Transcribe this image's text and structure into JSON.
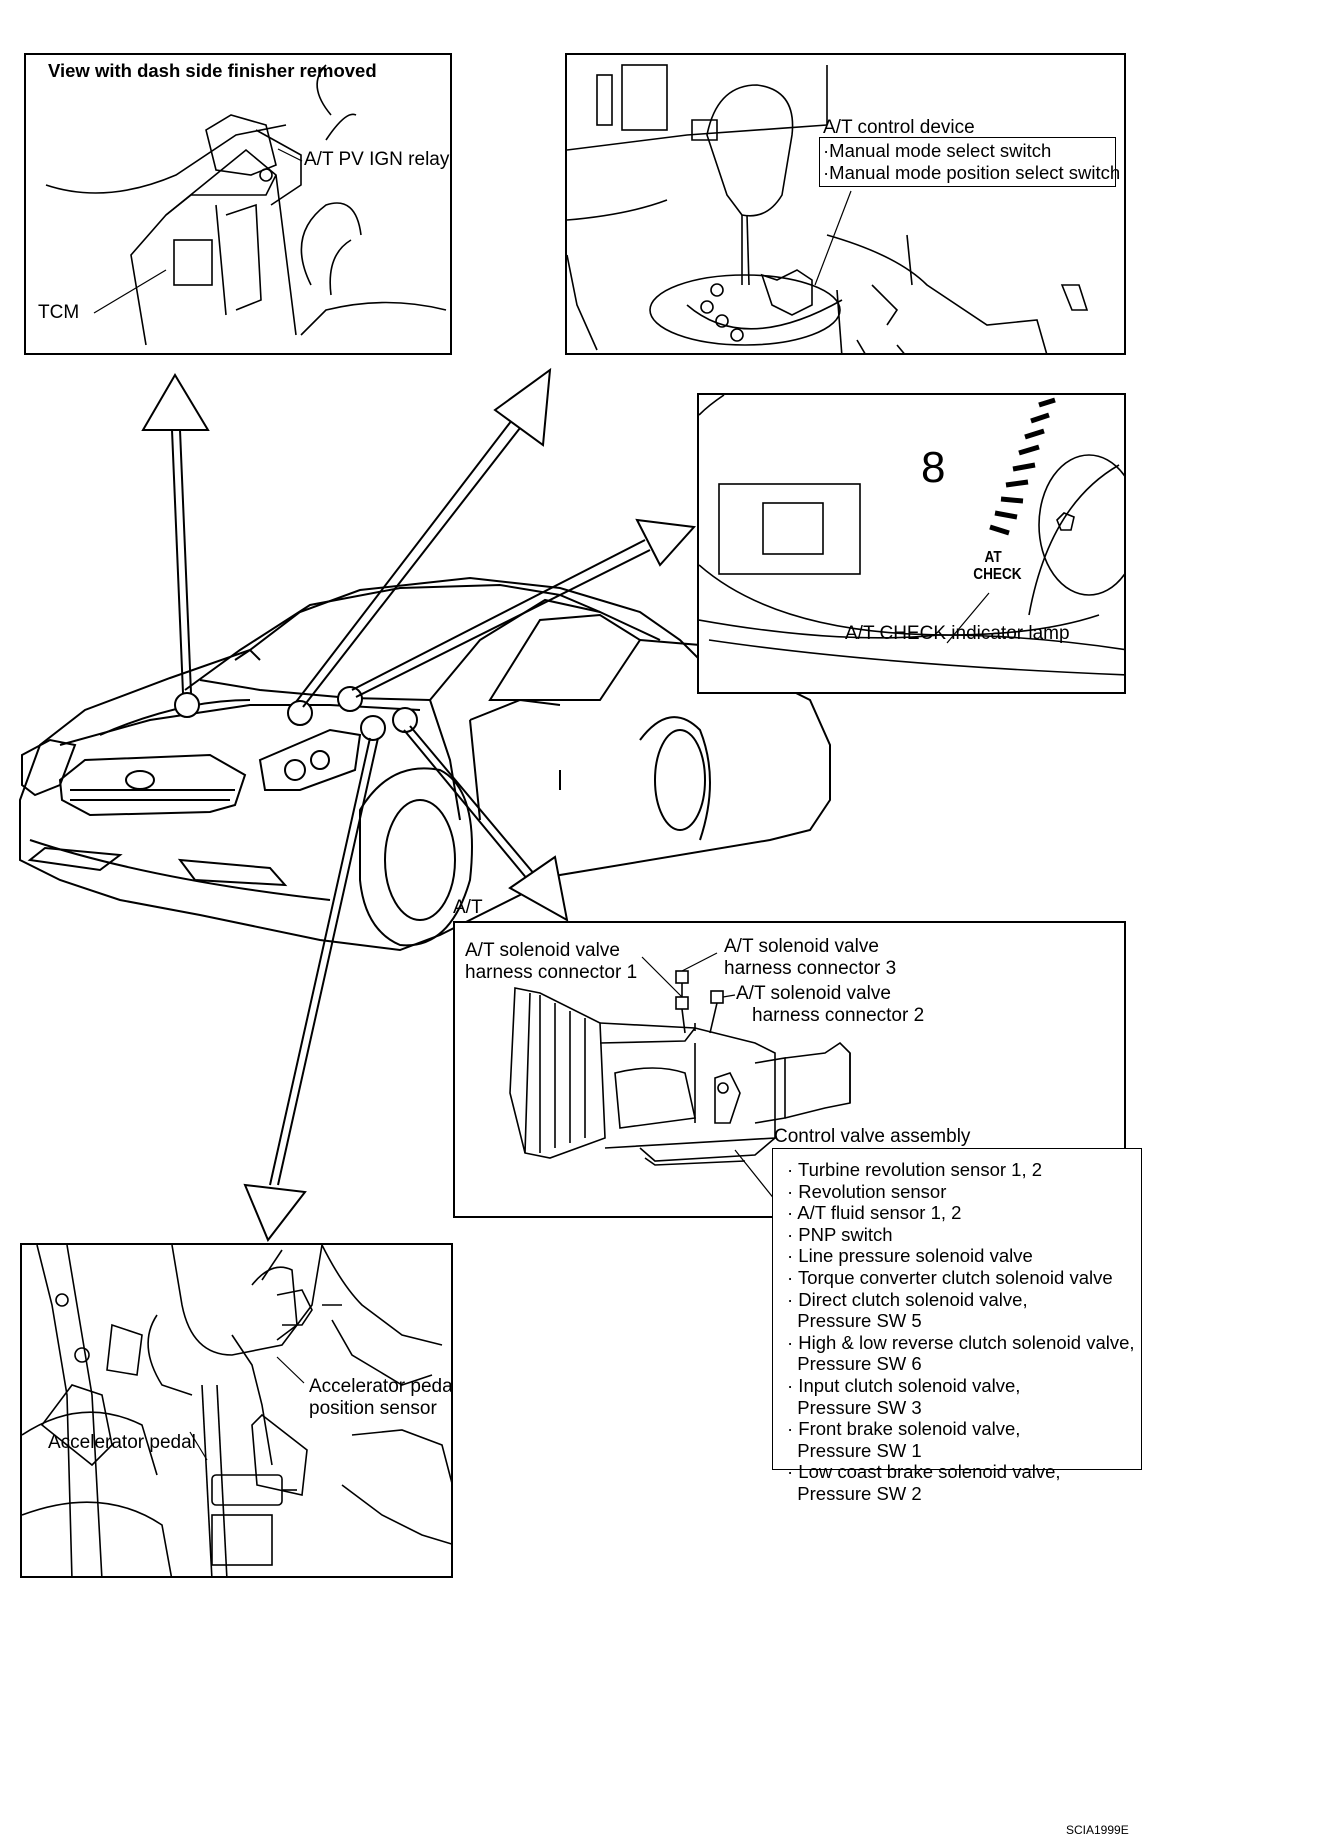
{
  "tcm_panel": {
    "title": "View with dash side finisher removed",
    "relay_label": "A/T PV IGN relay",
    "tcm_label": "TCM"
  },
  "shifter_panel": {
    "device_label": "A/T control device",
    "items": [
      "·Manual mode select switch",
      "·Manual mode position select switch"
    ]
  },
  "meter_panel": {
    "digit": "8",
    "lamp_text_top": "AT",
    "lamp_text_bottom": "CHECK",
    "lamp_label": "A/T CHECK indicator lamp"
  },
  "at_panel": {
    "heading": "A/T",
    "connector1": [
      "A/T solenoid valve",
      "harness connector 1"
    ],
    "connector3": [
      "A/T solenoid valve",
      "harness connector 3"
    ],
    "connector2": [
      "A/T solenoid valve",
      "harness connector 2"
    ],
    "control_valve_label": "Control valve assembly",
    "components": [
      "· Turbine revolution sensor 1, 2",
      "· Revolution sensor",
      "· A/T fluid sensor 1, 2",
      "· PNP switch",
      "· Line pressure solenoid valve",
      "· Torque converter clutch solenoid valve",
      "· Direct clutch solenoid valve,",
      "  Pressure SW 5",
      "· High & low reverse clutch solenoid valve,",
      "  Pressure SW 6",
      "· Input clutch solenoid valve,",
      "  Pressure SW 3",
      "· Front brake solenoid valve,",
      "  Pressure SW 1",
      "· Low coast brake solenoid valve,",
      "  Pressure SW 2"
    ]
  },
  "pedal_panel": {
    "sensor_label": [
      "Accelerator pedal",
      "position sensor"
    ],
    "pedal_label": "Accelerator pedal"
  },
  "figure_code": "SCIA1999E"
}
